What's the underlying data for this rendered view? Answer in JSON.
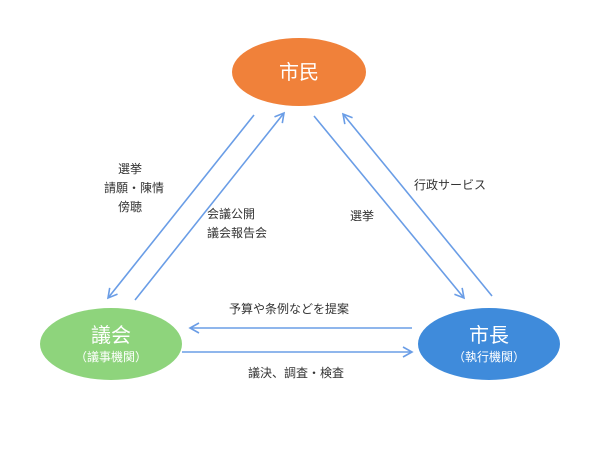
{
  "nodes": {
    "citizen": {
      "title": "市民",
      "color": "#f0813a"
    },
    "council": {
      "title": "議会",
      "sub": "（議事機関）",
      "color": "#8ed47c"
    },
    "mayor": {
      "title": "市長",
      "sub": "（執行機関）",
      "color": "#3f8bdb"
    }
  },
  "edges": {
    "citizen_to_council": [
      "選挙",
      "請願・陳情",
      "傍聴"
    ],
    "council_to_citizen": [
      "会議公開",
      "議会報告会"
    ],
    "citizen_to_mayor": "選挙",
    "mayor_to_citizen": "行政サービス",
    "mayor_to_council": "予算や条例などを提案",
    "council_to_mayor": "議決、調査・検査"
  },
  "arrow_color": "#6a9de6"
}
